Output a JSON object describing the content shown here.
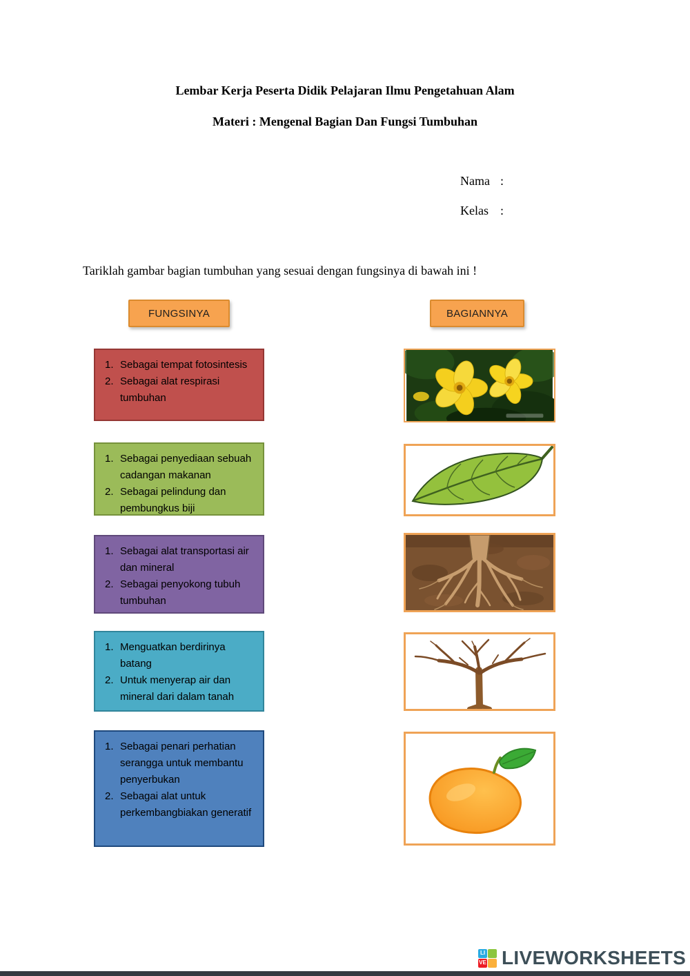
{
  "document": {
    "title": "Lembar Kerja Peserta Didik Pelajaran Ilmu Pengetahuan Alam",
    "subtitle": "Materi : Mengenal Bagian Dan Fungsi Tumbuhan",
    "student_fields": [
      {
        "label": "Nama",
        "separator": ":"
      },
      {
        "label": "Kelas",
        "separator": ":"
      }
    ],
    "instruction": "Tariklah gambar bagian tumbuhan yang sesuai dengan fungsinya di bawah ini !"
  },
  "columns": {
    "functions_header": "FUNGSINYA",
    "parts_header": "BAGIANNYA"
  },
  "theme": {
    "header_fill": "#F7A34F",
    "header_border": "#DB8B2F",
    "image_border": "#EFA356"
  },
  "function_boxes": [
    {
      "color": "#C0504D",
      "border_color": "#953734",
      "items": [
        "Sebagai tempat fotosintesis",
        "Sebagai alat respirasi tumbuhan"
      ]
    },
    {
      "color": "#9BBB59",
      "border_color": "#76923C",
      "items": [
        "Sebagai penyediaan sebuah cadangan makanan",
        "Sebagai pelindung dan pembungkus biji"
      ]
    },
    {
      "color": "#8064A2",
      "border_color": "#5F497A",
      "items": [
        "Sebagai alat transportasi air dan mineral",
        "Sebagai penyokong tubuh tumbuhan"
      ]
    },
    {
      "color": "#4BACC6",
      "border_color": "#31859B",
      "items": [
        "Menguatkan berdirinya batang",
        "Untuk menyerap air dan mineral dari dalam tanah"
      ]
    },
    {
      "color": "#4F81BD",
      "border_color": "#1F497D",
      "items": [
        "Sebagai penari perhatian serangga untuk membantu penyerbukan",
        "Sebagai alat untuk perkembangbiakan generatif"
      ]
    }
  ],
  "part_images": [
    {
      "name": "flower-photo"
    },
    {
      "name": "leaf-illustration"
    },
    {
      "name": "roots-illustration"
    },
    {
      "name": "tree-illustration"
    },
    {
      "name": "mango-illustration"
    }
  ],
  "footer": {
    "brand": "LIVEWORKSHEETS",
    "icon_letters": [
      "LI",
      "VE"
    ],
    "icon_colors": [
      "#29ABE2",
      "#8CC63F",
      "#ED1C24",
      "#FBB03B"
    ]
  }
}
